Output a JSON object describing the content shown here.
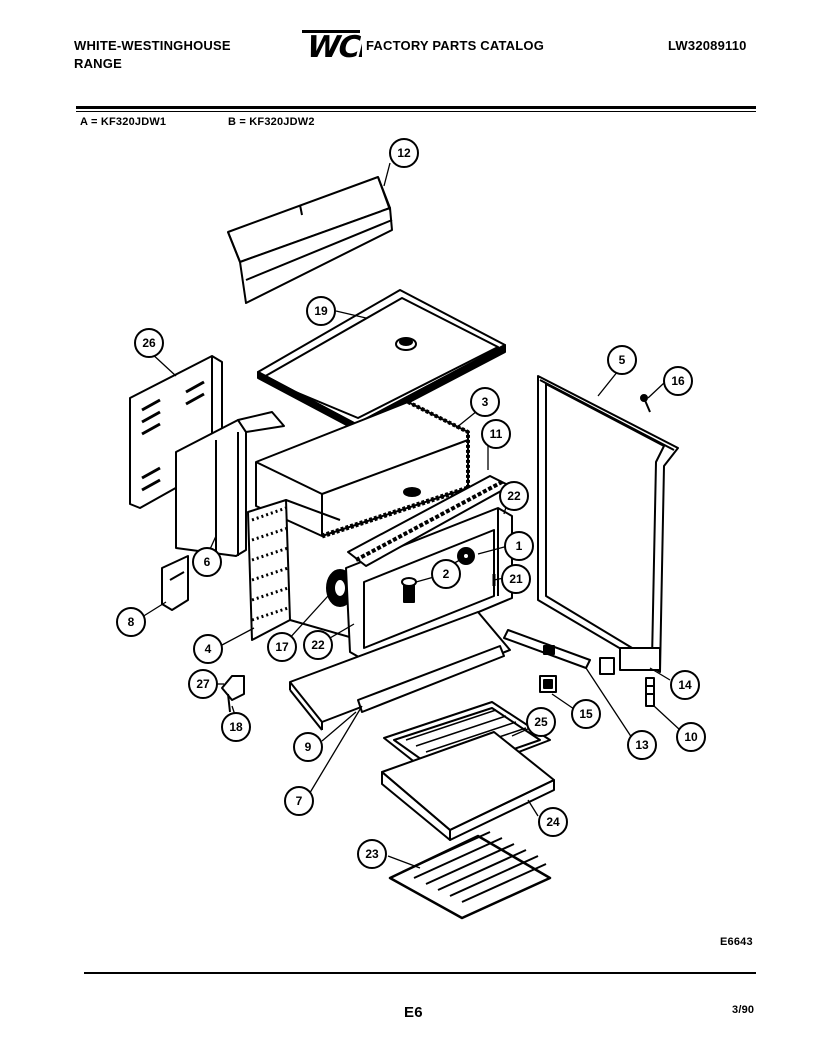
{
  "header": {
    "manufacturer_line1": "WHITE-WESTINGHOUSE",
    "manufacturer_line2": "RANGE",
    "logo_text": "WCI",
    "catalog_title": "FACTORY PARTS CATALOG",
    "doc_number": "LW32089110"
  },
  "models": {
    "a": "A = KF320JDW1",
    "b": "B = KF320JDW2"
  },
  "callouts": [
    "12",
    "19",
    "26",
    "5",
    "16",
    "3",
    "11",
    "22",
    "1",
    "2",
    "21",
    "6",
    "8",
    "4",
    "17",
    "22",
    "27",
    "18",
    "9",
    "7",
    "15",
    "13",
    "14",
    "10",
    "25",
    "24",
    "23"
  ],
  "footer": {
    "drawing_code": "E6643",
    "page_label": "E6",
    "date": "3/90"
  },
  "colors": {
    "ink": "#000000",
    "paper": "#ffffff"
  }
}
